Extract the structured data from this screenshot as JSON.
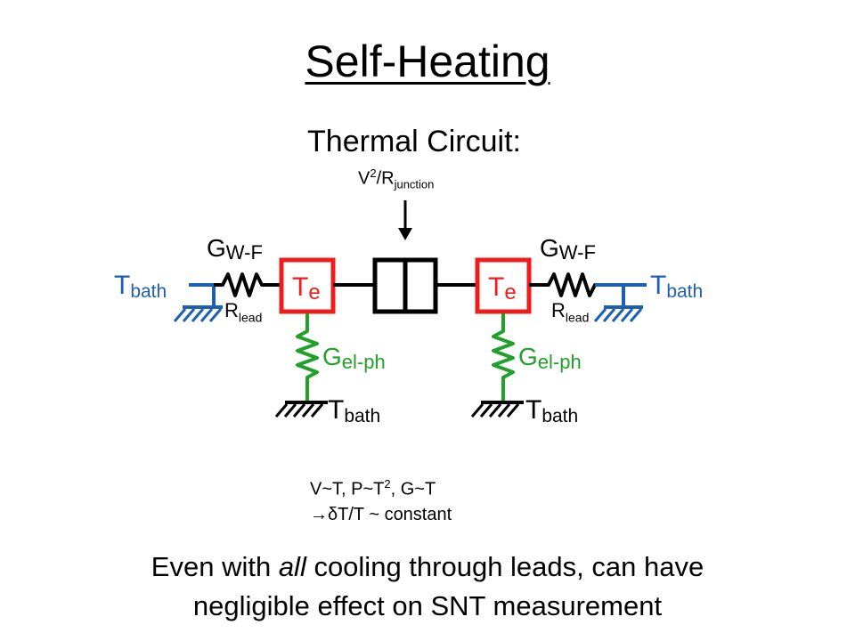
{
  "title": "Self-Heating",
  "subtitle": "Thermal Circuit:",
  "power": {
    "v": "V",
    "exp": "2",
    "slash": "/R",
    "sub": "junction"
  },
  "circuit_labels": {
    "t_bath": "T",
    "t_bath_sub": "bath",
    "g_wf": "G",
    "g_wf_sub": "W-F",
    "t_e": "T",
    "t_e_sub": "e",
    "g_elph": "G",
    "g_elph_sub": "el-ph"
  },
  "r_lead": {
    "r": "R",
    "sub": "lead"
  },
  "notes": {
    "line1_a": "V~T, P~T",
    "line1_exp": "2",
    "line1_b": ", G~T",
    "arrow": "→",
    "delta": "δ",
    "line2": "T/T ~ constant"
  },
  "conclusion": {
    "part1": "Even with ",
    "italic": "all",
    "part2": " cooling through leads, can have",
    "line2": "negligible effect on SNT measurement"
  },
  "colors": {
    "blue": "#1f5fb0",
    "red": "#ee1c1c",
    "green": "#22a02a",
    "black": "#000000"
  }
}
